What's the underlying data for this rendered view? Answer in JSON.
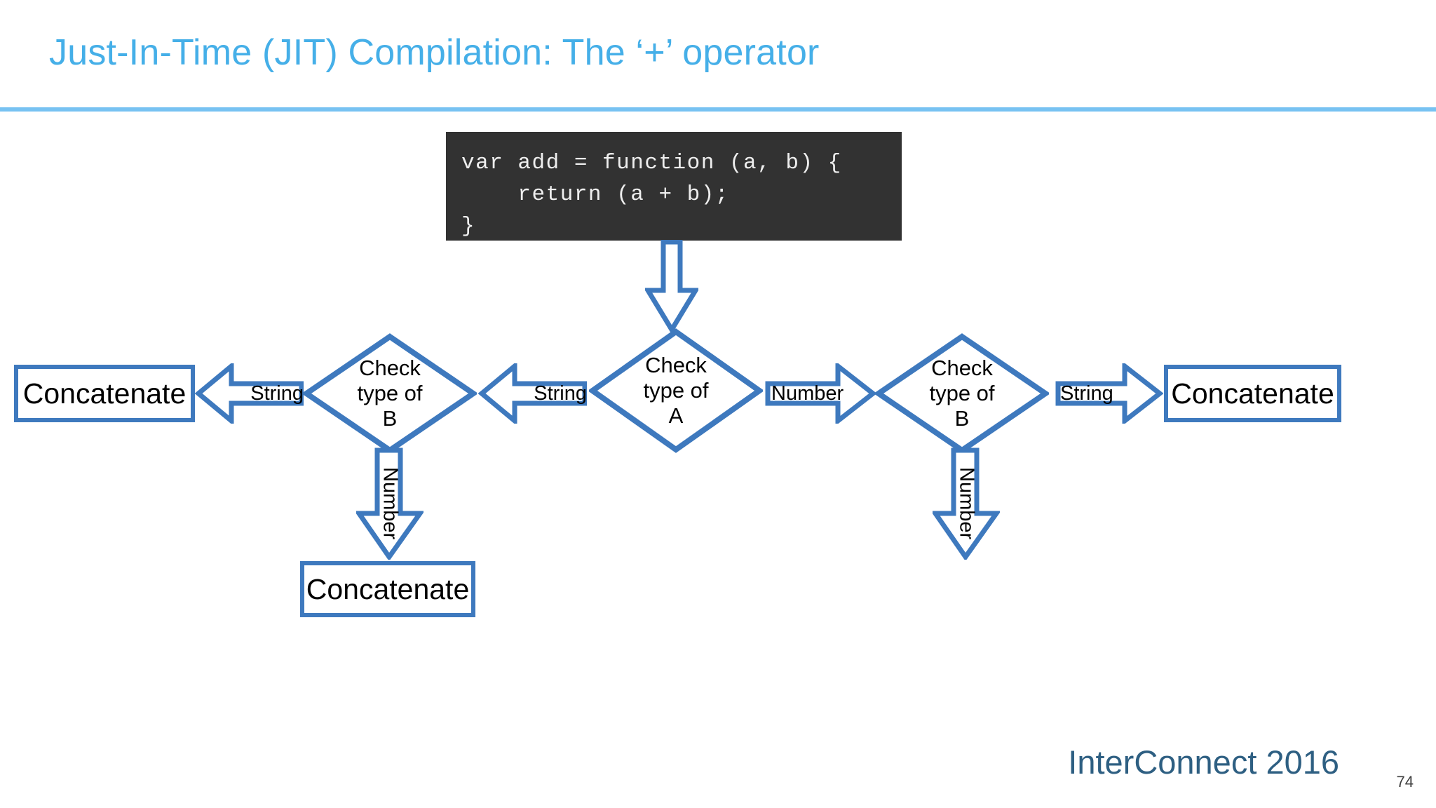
{
  "slide": {
    "title": "Just-In-Time (JIT) Compilation: The ‘+’ operator",
    "accent_color": "#45AFE8",
    "rule_color": "#77C2F2",
    "shape_color": "#3E79BE",
    "background": "#ffffff"
  },
  "code": {
    "background": "#323232",
    "text_color": "#eeeeee",
    "lines": [
      "var add = function (a, b) {",
      "    return (a + b);",
      "}"
    ]
  },
  "diagram": {
    "nodes": [
      {
        "id": "concat-left",
        "type": "box",
        "label": "Concatenate"
      },
      {
        "id": "check-b-left",
        "type": "diamond",
        "label": "Check\ntype of\nB",
        "line1": "Check",
        "line2": "type of",
        "line3": "B"
      },
      {
        "id": "check-a",
        "type": "diamond",
        "label": "Check\ntype of\nA",
        "line1": "Check",
        "line2": "type of",
        "line3": "A"
      },
      {
        "id": "check-b-right",
        "type": "diamond",
        "label": "Check\ntype of\nB",
        "line1": "Check",
        "line2": "type of",
        "line3": "B"
      },
      {
        "id": "concat-right",
        "type": "box",
        "label": "Concatenate"
      },
      {
        "id": "concat-bottom",
        "type": "box",
        "label": "Concatenate"
      }
    ],
    "edges": [
      {
        "id": "code-to-check-a",
        "label": "",
        "direction": "down"
      },
      {
        "id": "check-a-to-check-b-left",
        "label": "String",
        "direction": "left"
      },
      {
        "id": "check-b-left-to-concat",
        "label": "String",
        "direction": "left"
      },
      {
        "id": "check-b-left-to-concat-dn",
        "label": "Number",
        "direction": "down"
      },
      {
        "id": "check-a-to-check-b-right",
        "label": "Number",
        "direction": "right"
      },
      {
        "id": "check-b-right-to-concat",
        "label": "String",
        "direction": "right"
      },
      {
        "id": "check-b-right-number-dn",
        "label": "Number",
        "direction": "down"
      }
    ]
  },
  "footer": {
    "brand": "InterConnect 2016",
    "brand_color": "#2E5F82",
    "page_number": "74"
  }
}
